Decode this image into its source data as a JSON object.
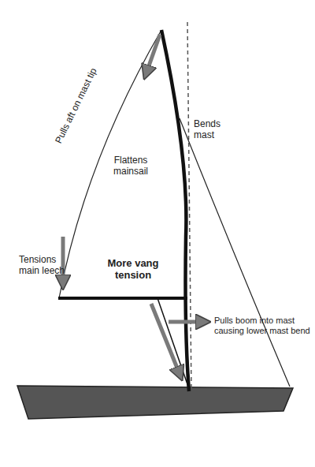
{
  "diagram": {
    "labels": [
      "Pulls aft on mast tip",
      "Bends mast",
      "Flattens mainsail",
      "Tensions main leech",
      "More vang tension",
      "Pulls boom into mast causing lower mast bend"
    ]
  }
}
